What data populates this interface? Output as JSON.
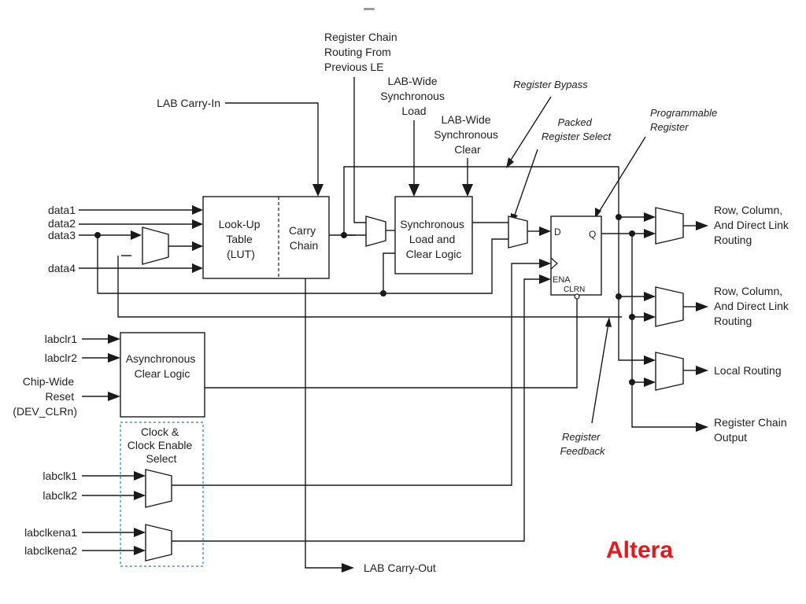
{
  "inputs": {
    "data1": "data1",
    "data2": "data2",
    "data3": "data3",
    "data4": "data4",
    "labclr1": "labclr1",
    "labclr2": "labclr2",
    "chip_reset": [
      "Chip-Wide",
      "Reset",
      "(DEV_CLRn)"
    ],
    "labclk1": "labclk1",
    "labclk2": "labclk2",
    "labclkena1": "labclkena1",
    "labclkena2": "labclkena2"
  },
  "top_labels": {
    "carry_in": "LAB Carry-In",
    "reg_chain_routing": [
      "Register Chain",
      "Routing From",
      "Previous LE"
    ],
    "sync_load": [
      "LAB-Wide",
      "Synchronous",
      "Load"
    ],
    "sync_clear": [
      "LAB-Wide",
      "Synchronous",
      "Clear"
    ],
    "reg_bypass": "Register Bypass",
    "packed_reg": [
      "Packed",
      "Register Select"
    ],
    "prog_reg": [
      "Programmable",
      "Register"
    ]
  },
  "blocks": {
    "lut": [
      "Look-Up",
      "Table",
      "(LUT)"
    ],
    "carry": [
      "Carry",
      "Chain"
    ],
    "sync": [
      "Synchronous",
      "Load and",
      "Clear Logic"
    ],
    "async": [
      "Asynchronous",
      "Clear Logic"
    ],
    "clock_select": [
      "Clock &",
      "Clock Enable",
      "Select"
    ],
    "reg_d": "D",
    "reg_q": "Q",
    "reg_ena": "ENA",
    "reg_clrn": "CLRN"
  },
  "outputs": {
    "row1": [
      "Row, Column,",
      "And Direct Link",
      "Routing"
    ],
    "row2": [
      "Row, Column,",
      "And Direct Link",
      "Routing"
    ],
    "local": "Local Routing",
    "chain": [
      "Register Chain",
      "Output"
    ],
    "carry_out": "LAB Carry-Out",
    "reg_feedback": [
      "Register",
      "Feedback"
    ]
  },
  "brand": {
    "text": "Altera",
    "color": "#e8151b"
  }
}
